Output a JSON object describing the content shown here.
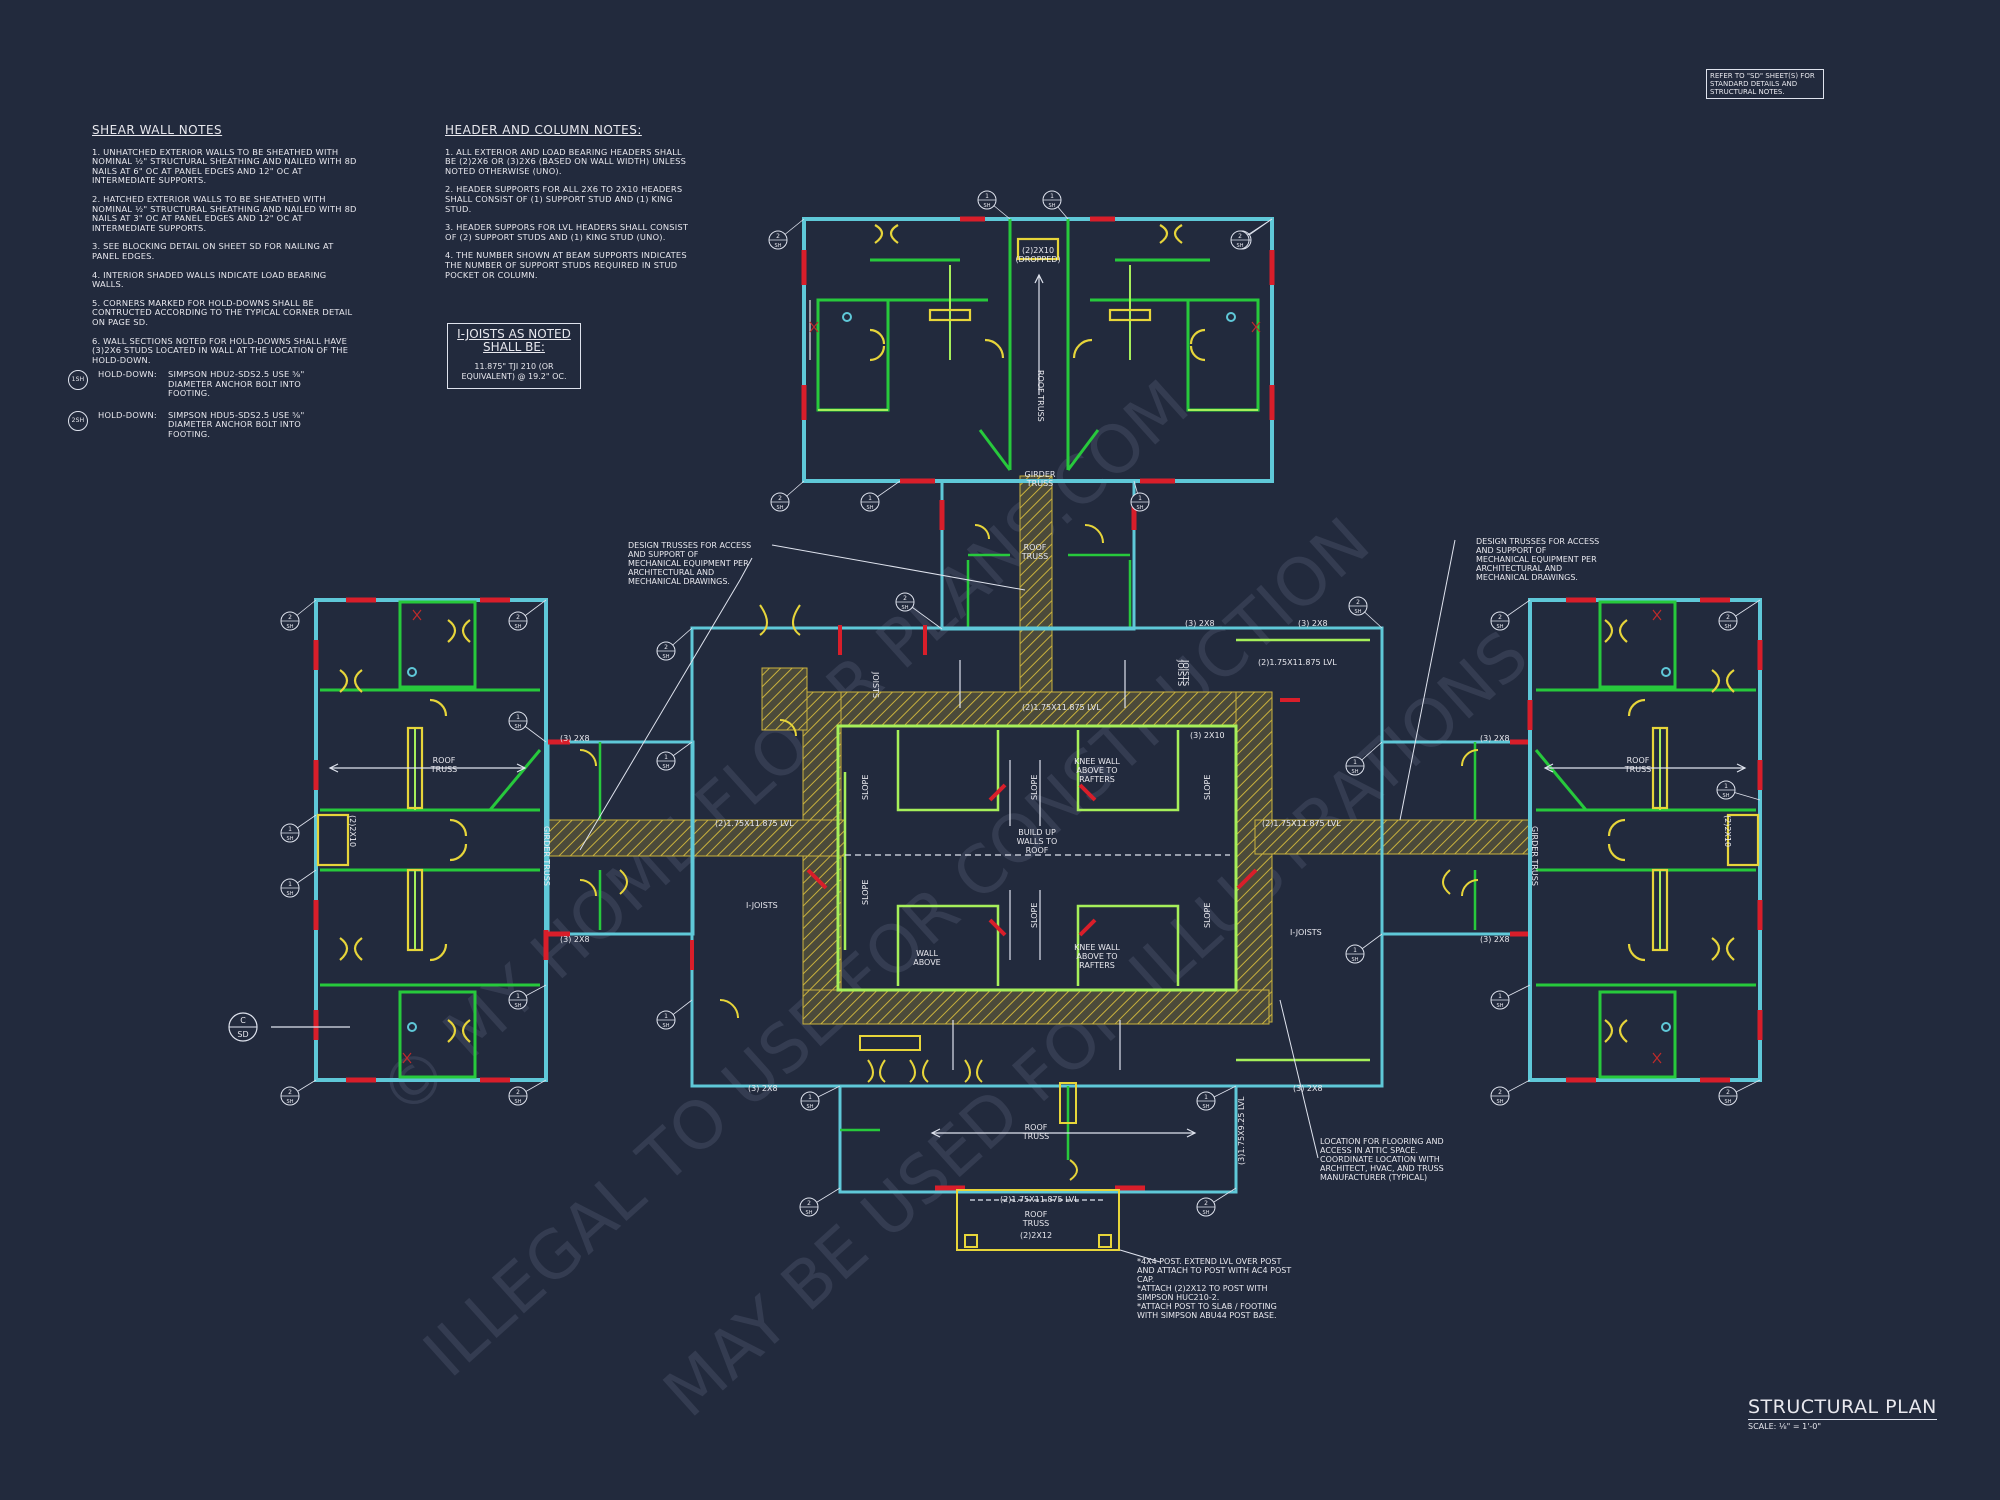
{
  "shear_wall_notes": {
    "title": "SHEAR WALL NOTES",
    "items": [
      "1. UNHATCHED EXTERIOR WALLS TO BE SHEATHED WITH NOMINAL ½\" STRUCTURAL SHEATHING AND NAILED WITH 8d NAILS AT 6\" OC AT PANEL EDGES AND 12\" OC AT INTERMEDIATE SUPPORTS.",
      "2. HATCHED EXTERIOR WALLS TO BE SHEATHED WITH NOMINAL ½\" STRUCTURAL SHEATHING AND NAILED WITH 8d NAILS AT 3\" OC AT PANEL EDGES AND 12\" OC AT INTERMEDIATE SUPPORTS.",
      "3. SEE BLOCKING DETAIL ON SHEET SD FOR NAILING AT PANEL EDGES.",
      "4. INTERIOR SHADED WALLS INDICATE LOAD BEARING WALLS.",
      "5. CORNERS MARKED FOR HOLD-DOWNS SHALL BE CONTRUCTED ACCORDING TO THE TYPICAL CORNER DETAIL ON PAGE SD.",
      "6. WALL SECTIONS NOTED FOR HOLD-DOWNS SHALL HAVE (3)2x6 STUDS LOCATED IN WALL AT THE LOCATION OF THE HOLD-DOWN."
    ],
    "holddowns": [
      {
        "tag_num": "1",
        "tag_sheet": "SH",
        "label": "HOLD-DOWN:",
        "text": "SIMPSON HDU2-SDS2.5 USE ⅝\" DIAMETER ANCHOR BOLT INTO FOOTING."
      },
      {
        "tag_num": "2",
        "tag_sheet": "SH",
        "label": "HOLD-DOWN:",
        "text": "SIMPSON HDU5-SDS2.5 USE ⅝\" DIAMETER ANCHOR BOLT INTO FOOTING."
      }
    ]
  },
  "header_notes": {
    "title": "HEADER AND COLUMN NOTES:",
    "items": [
      "1. ALL EXTERIOR AND LOAD BEARING HEADERS SHALL BE (2)2x6 OR (3)2x6 (BASED ON WALL WIDTH) UNLESS NOTED OTHERWISE (UNO).",
      "2. HEADER SUPPORTS FOR ALL 2x6 TO 2x10 HEADERS SHALL CONSIST OF (1) SUPPORT STUD AND (1) KING STUD.",
      "3. HEADER SUPPORS FOR LVL HEADERS SHALL CONSIST OF (2) SUPPORT STUDS AND (1) KING STUD (UNO).",
      "4. THE NUMBER SHOWN AT BEAM SUPPORTS INDICATES THE NUMBER OF SUPPORT STUDS REQUIRED IN STUD POCKET OR COLUMN."
    ]
  },
  "ijoist_note": {
    "title": "I-JOISTS AS NOTED SHALL BE:",
    "text": "11.875\" TJI 210 (OR EQUIVALENT) @ 19.2\" OC."
  },
  "sheet_ref": "REFER TO \"SD\" SHEET(S) FOR STANDARD DETAILS AND STRUCTURAL NOTES.",
  "title_block": {
    "title": "STRUCTURAL PLAN",
    "scale": "SCALE: ⅛\" = 1'-0\""
  },
  "watermark": [
    "© My Home Floor Plans.com",
    "ILLEGAL to use for Construction",
    "May be used for Illustrations"
  ],
  "annotations": {
    "design_trusses_left": [
      "DESIGN TRUSSES FOR ACCESS",
      "AND SUPPORT OF",
      "MECHANICAL EQUIPMENT PER",
      "ARCHITECTURAL AND",
      "MECHANICAL DRAWINGS."
    ],
    "design_trusses_right": [
      "DESIGN TRUSSES FOR ACCESS",
      "AND SUPPORT OF",
      "MECHANICAL EQUIPMENT PER",
      "ARCHITECTURAL AND",
      "MECHANICAL DRAWINGS."
    ],
    "attic_access": [
      "LOCATION FOR FLOORING AND",
      "ACCESS IN ATTIC SPACE.",
      "COORDINATE LOCATION WITH",
      "ARCHITECT, HVAC, AND TRUSS",
      "MANUFACTURER (TYPICAL)"
    ],
    "post_note": [
      "*4x4 POST. EXTEND LVL OVER POST",
      "AND ATTACH TO POST WITH AC4 POST",
      "CAP.",
      "*ATTACH (2)2x12 TO POST WITH",
      "SIMPSON HUC210-2.",
      "*ATTACH POST TO SLAB / FOOTING",
      "WITH SIMPSON ABU44 POST BASE."
    ]
  },
  "plan_labels": {
    "roof_truss": [
      "ROOF",
      "TRUSS"
    ],
    "dropped_2x10": [
      "(2)2x10",
      "(DROPPED)"
    ],
    "girder_truss": [
      "GIRDER",
      "TRUSS"
    ],
    "roof_truss_v": "ROOF TRUSS",
    "girder_truss_v": "GIRDER TRUSS",
    "h3_2x8": "(3) 2x8",
    "h3_2x10": "(3) 2x10",
    "lvl_2_175_11875": "(2)1.75x11.875 LVL",
    "lvl_3_175_925": "(3)1.75x9.25 LVL",
    "h2_2x12": "(2)2x12",
    "joists": "JOISTS",
    "i_joists": "I-JOISTS",
    "slope": "SLOPE",
    "knee_wall": [
      "KNEE WALL",
      "ABOVE TO",
      "RAFTERS"
    ],
    "build_up": [
      "BUILD UP",
      "WALLS TO",
      "ROOF"
    ],
    "wall_above": [
      "WALL",
      "ABOVE"
    ],
    "sh": "SH",
    "detail_c": "C",
    "detail_sd": "SD"
  },
  "colors": {
    "background": "#222a3d",
    "cyan_wall": "#5fc8d8",
    "green_wall": "#27c93c",
    "lime_wall": "#a6ef5a",
    "yellow": "#e7d53a",
    "red": "#d91e2a",
    "white": "#dfe3ee",
    "hatch": "#b9a43a"
  }
}
